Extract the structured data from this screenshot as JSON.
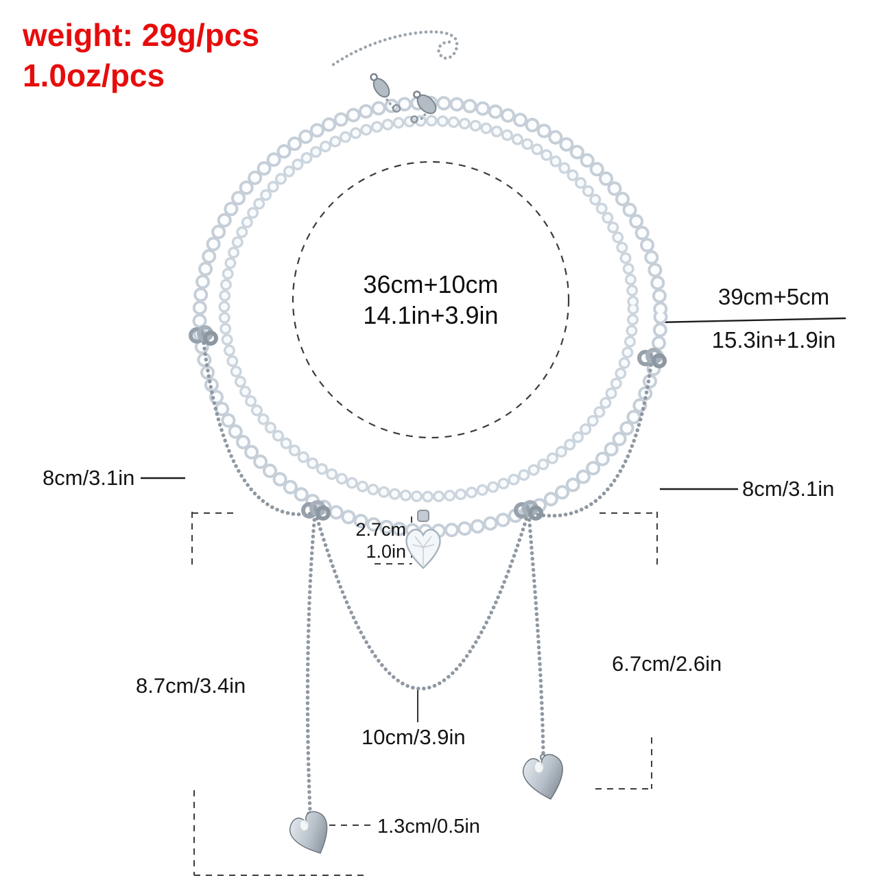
{
  "product": {
    "weight": {
      "line1": "weight: 29g/pcs",
      "line2": "1.0oz/pcs"
    }
  },
  "measurements": {
    "inner_necklace": {
      "line1": "36cm+10cm",
      "line2": "14.1in+3.9in"
    },
    "outer_necklace": {
      "line1": "39cm+5cm",
      "line2": "15.3in+1.9in"
    },
    "left_swag": "8cm/3.1in",
    "right_swag": "8cm/3.1in",
    "pendant": {
      "line1": "2.7cm",
      "line2": "1.0in"
    },
    "left_drop": "8.7cm/3.4in",
    "right_drop": "6.7cm/2.6in",
    "center_swag_drop": "10cm/3.9in",
    "heart_charm": "1.3cm/0.5in"
  },
  "colors": {
    "accent_red": "#e60d0d",
    "text": "#141414",
    "silver": "#97a1ab",
    "bead_outline": "#c6cfd8"
  }
}
